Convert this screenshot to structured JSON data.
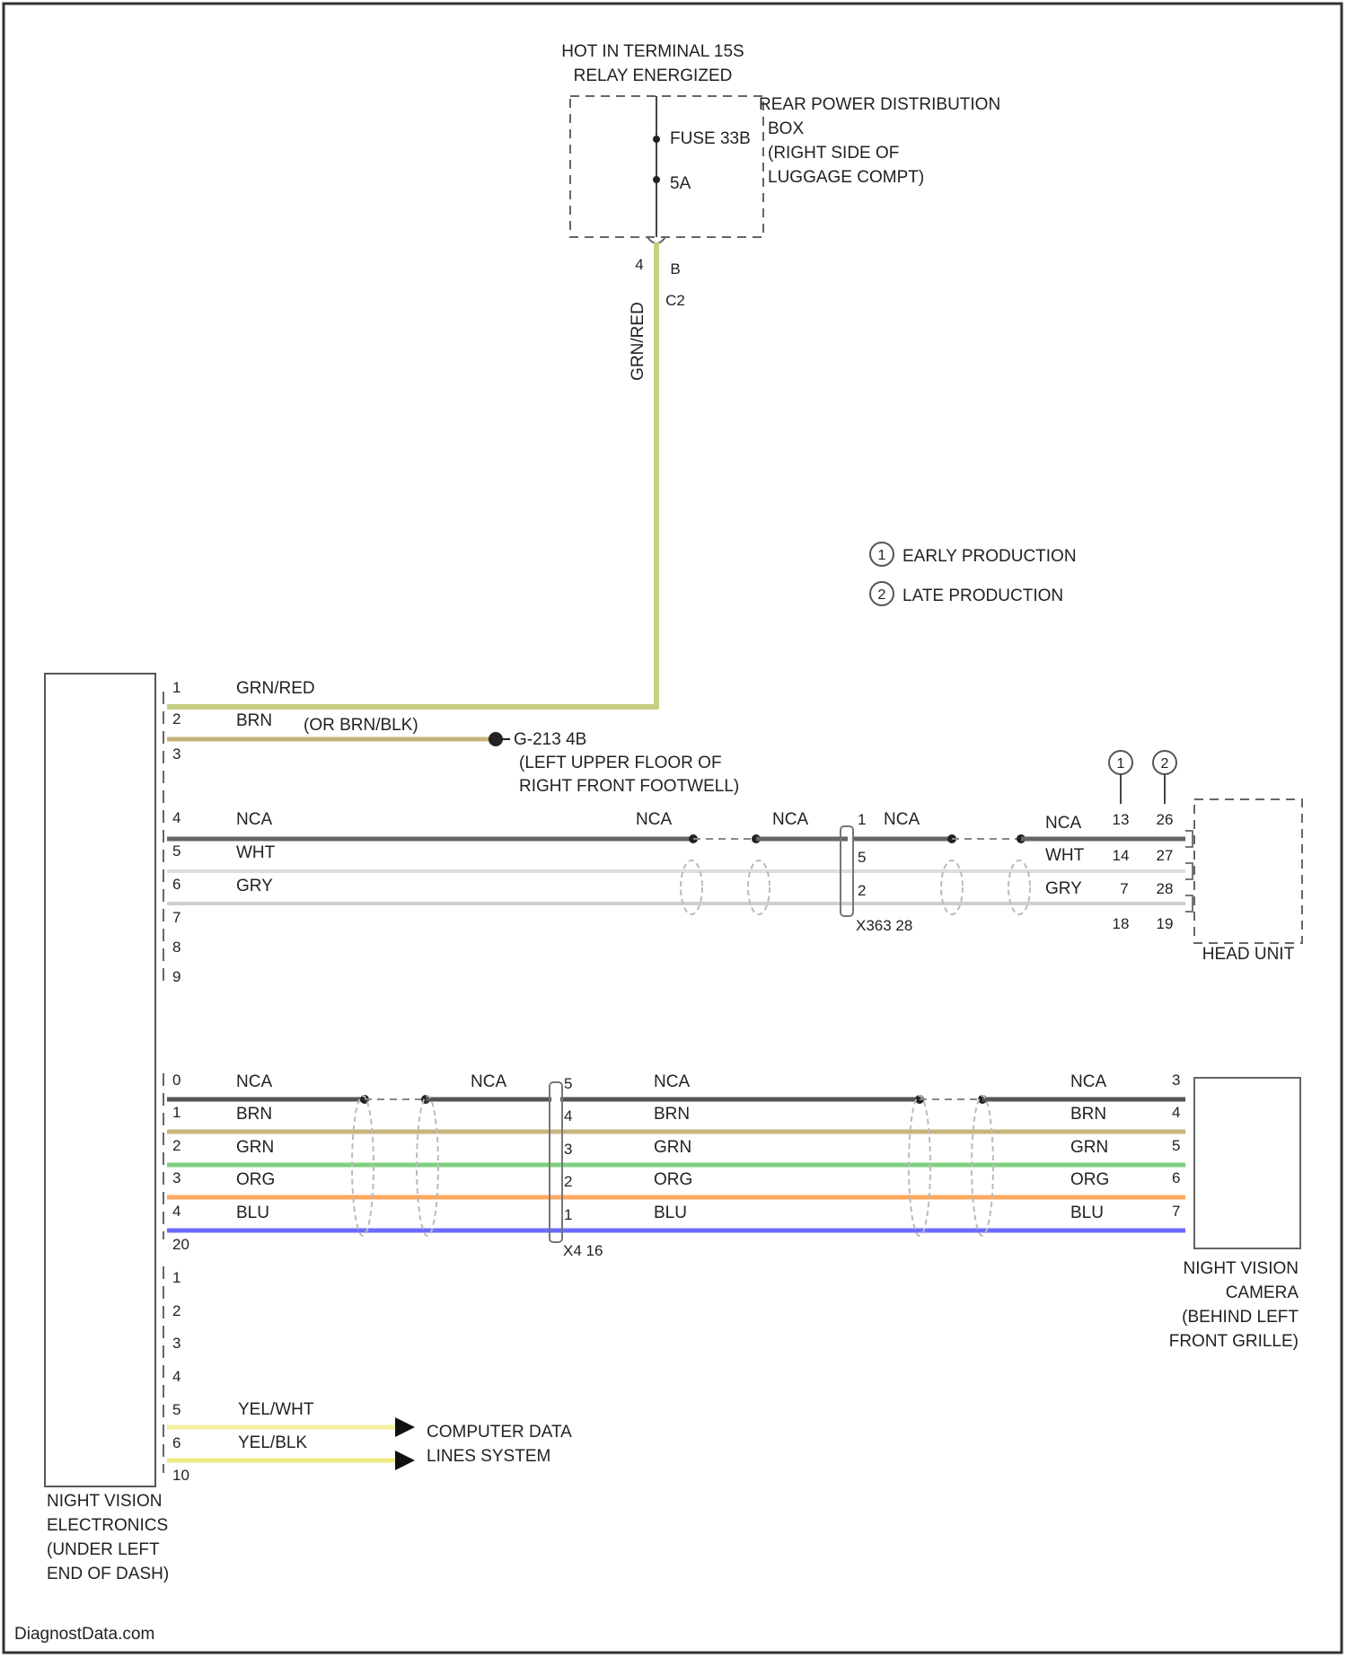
{
  "header": {
    "hot_line1": "HOT IN TERMINAL 15S",
    "hot_line2": "RELAY ENERGIZED"
  },
  "fuse_box": {
    "name_lines": [
      "REAR POWER DISTRIBUTION",
      "BOX",
      "(RIGHT SIDE OF",
      "LUGGAGE COMPT)"
    ],
    "fuse_label": "FUSE 33B",
    "fuse_rating": "5A",
    "pin_a": "4",
    "connector_a": "B",
    "connector_b": "C2"
  },
  "vertical_wire": {
    "color_label": "GRN/RED",
    "color": "#c8cf82"
  },
  "legend": {
    "early_symbol": "1",
    "early": "EARLY PRODUCTION",
    "late_symbol": "2",
    "late": "LATE PRODUCTION"
  },
  "ground": {
    "name": "G-213 4B",
    "location_lines": [
      "(LEFT UPPER FLOOR OF",
      "RIGHT FRONT FOOTWELL)"
    ]
  },
  "nve_module": {
    "name_lines": [
      "NIGHT VISION",
      "ELECTRONICS",
      "(UNDER LEFT",
      "END OF DASH)"
    ]
  },
  "top_pins": [
    "1",
    "2",
    "3",
    "4",
    "5",
    "6",
    "7",
    "8",
    "9",
    "10"
  ],
  "top_wires": {
    "w1": {
      "label": "GRN/RED",
      "color": "#c8cf82"
    },
    "w2": {
      "label": "BRN",
      "alt_label": "(OR BRN/BLK)",
      "color": "#c6b47b"
    },
    "w4": {
      "label": "NCA",
      "seg_labels": [
        "NCA",
        "NCA",
        "NCA",
        "NCA"
      ],
      "color": "#666666"
    },
    "w5": {
      "label": "WHT",
      "color": "#dddddd"
    },
    "w6": {
      "label": "GRY",
      "color": "#c8c8c8"
    }
  },
  "x363": {
    "name": "X363 28",
    "pins": [
      "1",
      "5",
      "2"
    ]
  },
  "head_unit": {
    "name": "HEAD UNIT",
    "variant_symbols": [
      "1",
      "2"
    ],
    "wire_labels": [
      "WHT",
      "GRY"
    ],
    "pins_col1": [
      "13",
      "14",
      "7",
      "18"
    ],
    "pins_col2": [
      "26",
      "27",
      "28",
      "19"
    ]
  },
  "camera_pins_left": [
    "0",
    "1",
    "2",
    "3",
    "4",
    "20"
  ],
  "camera_wires": [
    {
      "label": "NCA",
      "color": "#555555"
    },
    {
      "label": "BRN",
      "color": "#c6b47b"
    },
    {
      "label": "GRN",
      "color": "#7fd07f"
    },
    {
      "label": "ORG",
      "color": "#ffa860"
    },
    {
      "label": "BLU",
      "color": "#6b6bff"
    }
  ],
  "x4": {
    "name": "X4 16",
    "pins": [
      "5",
      "4",
      "3",
      "2",
      "1"
    ]
  },
  "camera": {
    "name_lines": [
      "NIGHT VISION",
      "CAMERA",
      "(BEHIND LEFT",
      "FRONT GRILLE)"
    ],
    "pins": [
      "3",
      "4",
      "5",
      "6",
      "7"
    ]
  },
  "bottom_pins": [
    "1",
    "2",
    "3",
    "4",
    "5",
    "6",
    "10"
  ],
  "data_wires": [
    {
      "label": "YEL/WHT",
      "color": "#f4f1a0"
    },
    {
      "label": "YEL/BLK",
      "color": "#efeb84"
    }
  ],
  "data_system": {
    "lines": [
      "COMPUTER DATA",
      "LINES SYSTEM"
    ]
  },
  "watermark": "DiagnostData.com"
}
